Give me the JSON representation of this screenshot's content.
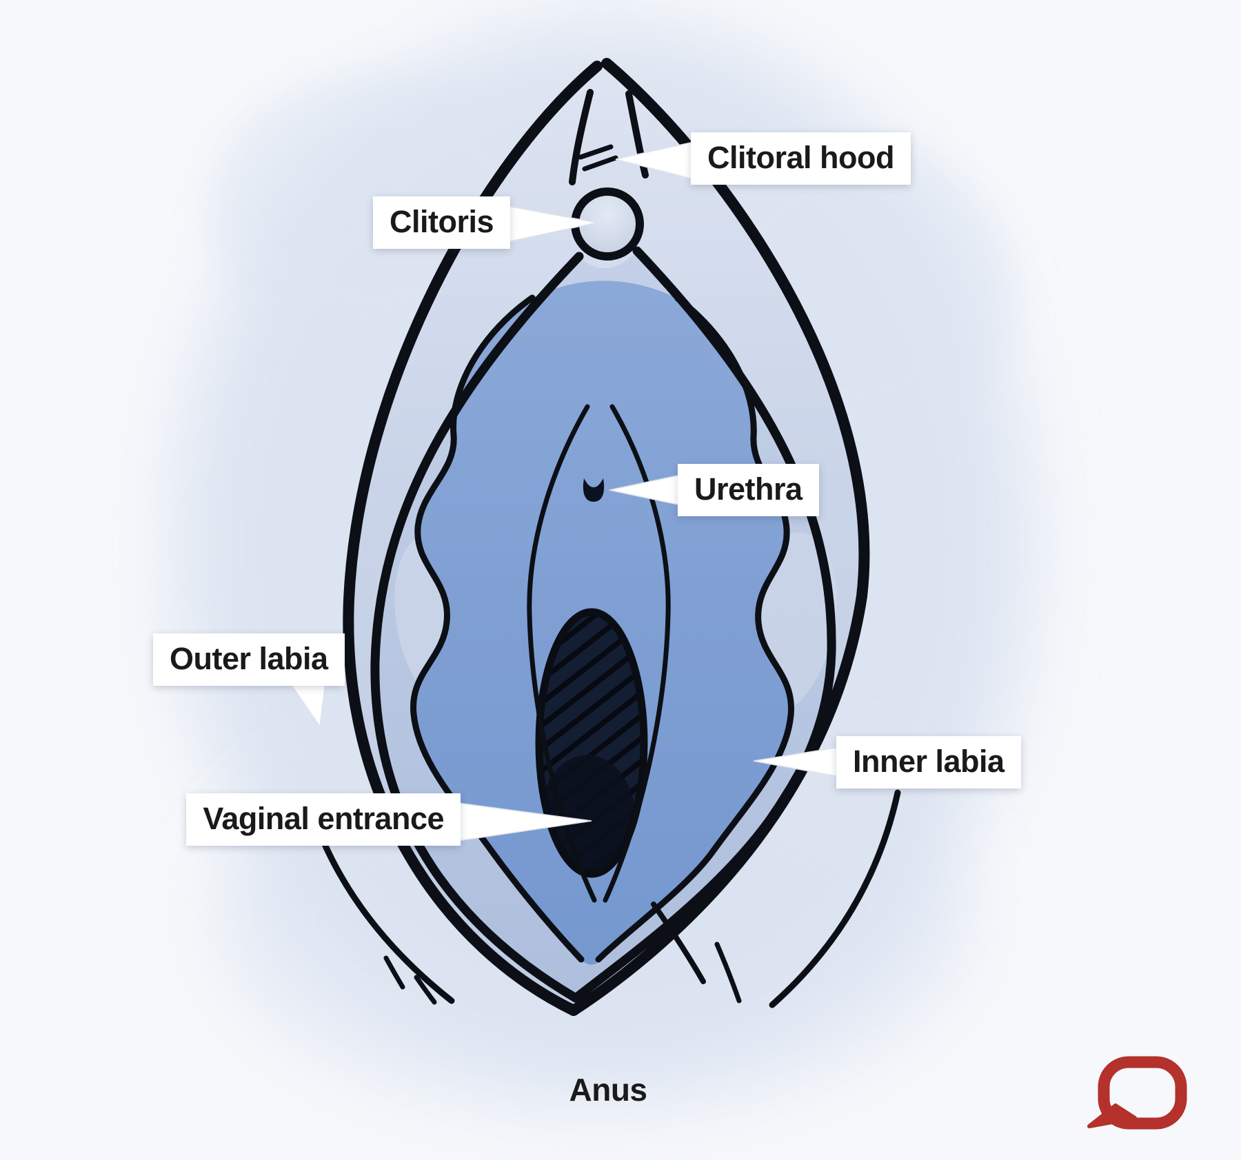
{
  "diagram": {
    "subject": "Vulva anatomy diagram",
    "labels": {
      "clitoral_hood": "Clitoral hood",
      "clitoris": "Clitoris",
      "urethra": "Urethra",
      "outer_labia": "Outer labia",
      "inner_labia": "Inner labia",
      "vaginal_entrance": "Vaginal entrance",
      "anus": "Anus"
    },
    "colors": {
      "background": "#f6f8fb",
      "halo": "#d9e2f0",
      "outer_fill": "#ccd7e9",
      "inner_band_fill": "#b7c6e2",
      "center_fill": "#7f9fd3",
      "opening_fill": "#141e33",
      "ink": "#0c0f15",
      "label_bg": "#ffffff",
      "label_text": "#1a1a1a",
      "logo_red": "#b4312c"
    },
    "logo": "speech-bubble-logo"
  }
}
